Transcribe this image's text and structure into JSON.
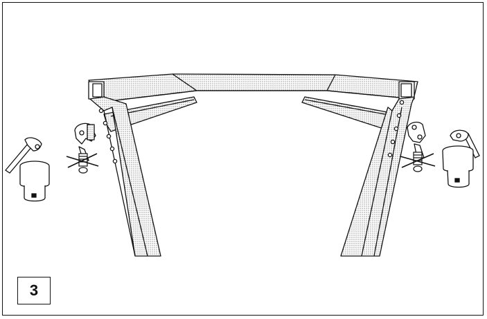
{
  "step": {
    "number": "3"
  },
  "colors": {
    "line": "#111111",
    "background": "#ffffff",
    "cross_mark": "#111111"
  },
  "icons": [
    "frame-crossbar",
    "left-leg",
    "right-leg",
    "left-diagonal-brace",
    "right-diagonal-brace",
    "left-mounting-bracket",
    "right-mounting-bracket",
    "left-bolt-crossed",
    "right-bolt-crossed",
    "left-socket-wrench-icon",
    "right-socket-wrench-icon"
  ]
}
